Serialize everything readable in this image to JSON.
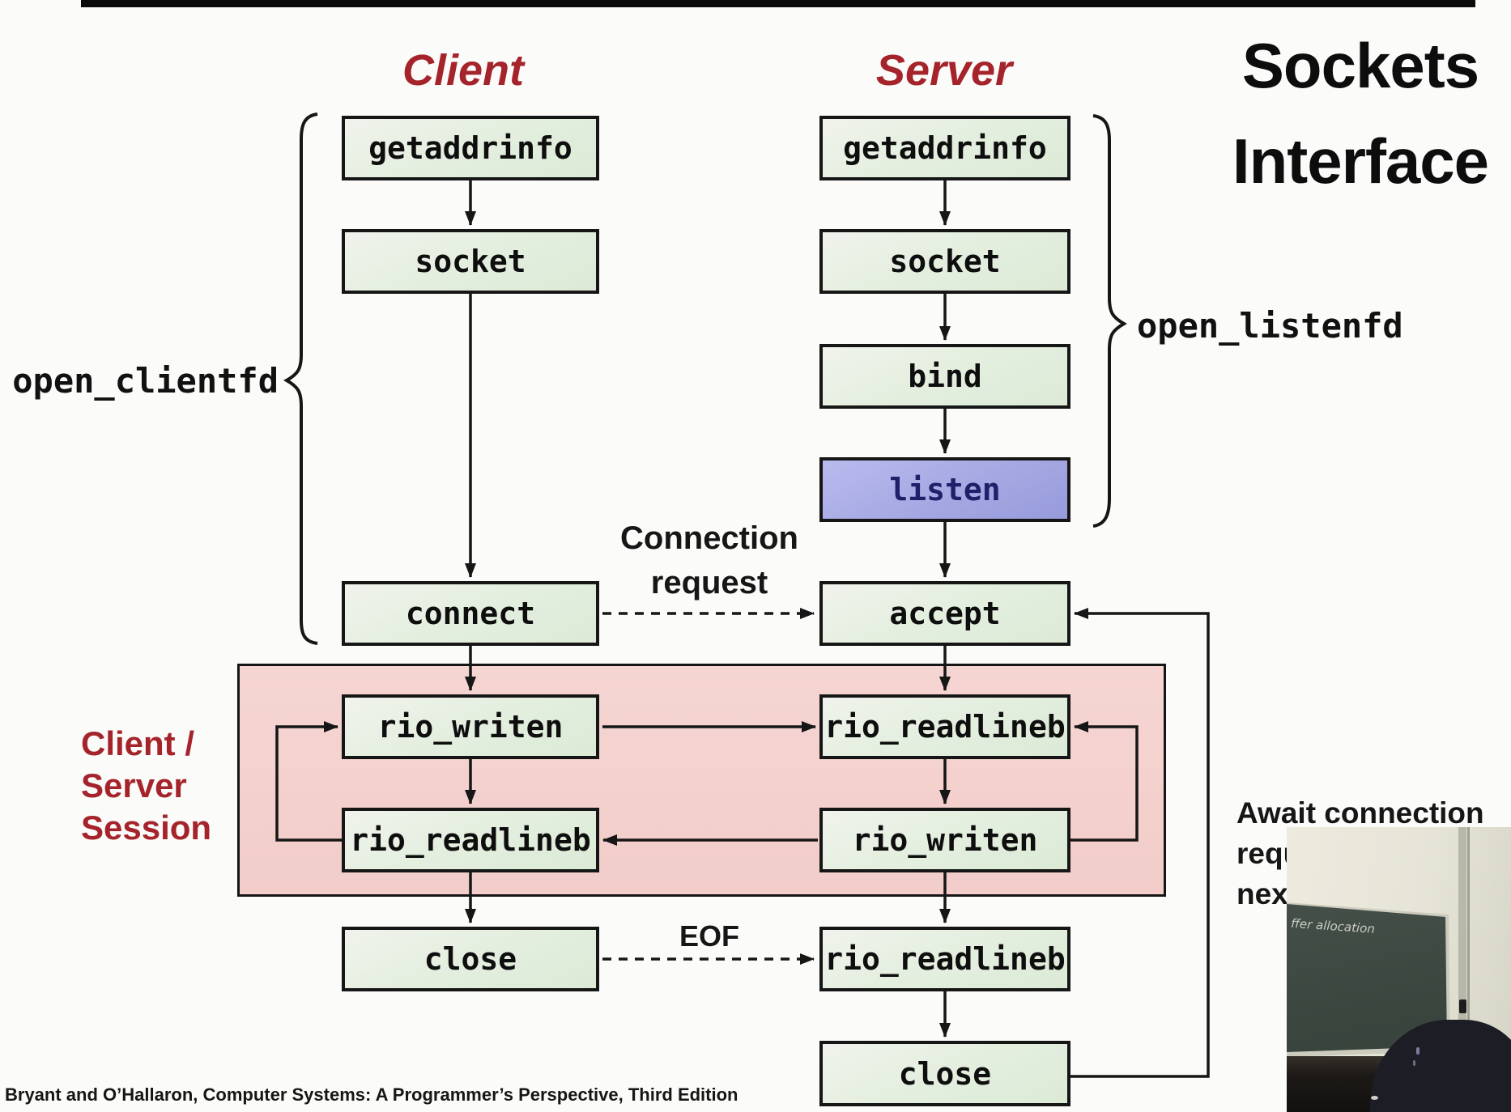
{
  "title": [
    "Sockets",
    "Interface"
  ],
  "client": {
    "heading": "Client",
    "brace_label": "open_clientfd"
  },
  "server": {
    "heading": "Server",
    "brace_label": "open_listenfd"
  },
  "boxes": {
    "client_getaddrinfo": "getaddrinfo",
    "client_socket": "socket",
    "client_connect": "connect",
    "client_rio_writen": "rio_writen",
    "client_rio_readlineb": "rio_readlineb",
    "client_close": "close",
    "server_getaddrinfo": "getaddrinfo",
    "server_socket": "socket",
    "server_bind": "bind",
    "server_listen": "listen",
    "server_accept": "accept",
    "server_rio_readlineb_1": "rio_readlineb",
    "server_rio_writen": "rio_writen",
    "server_rio_readlineb_2": "rio_readlineb",
    "server_close": "close"
  },
  "labels": {
    "connection_request": [
      "Connection",
      "request"
    ],
    "eof": "EOF",
    "session": [
      "Client /",
      "Server",
      "Session"
    ],
    "await": [
      "Await connection",
      "requ",
      "nex"
    ]
  },
  "footer": "Bryant and O’Hallaron, Computer Systems: A Programmer’s Perspective, Third Edition",
  "video": {
    "board_text": "ffer allocation"
  },
  "colors": {
    "box_green": "#e5efe0",
    "listen_purple": "#a5a8e2",
    "session_pink": "#f4d2cf",
    "heading_red": "#a5242c",
    "line_black": "#161616"
  }
}
